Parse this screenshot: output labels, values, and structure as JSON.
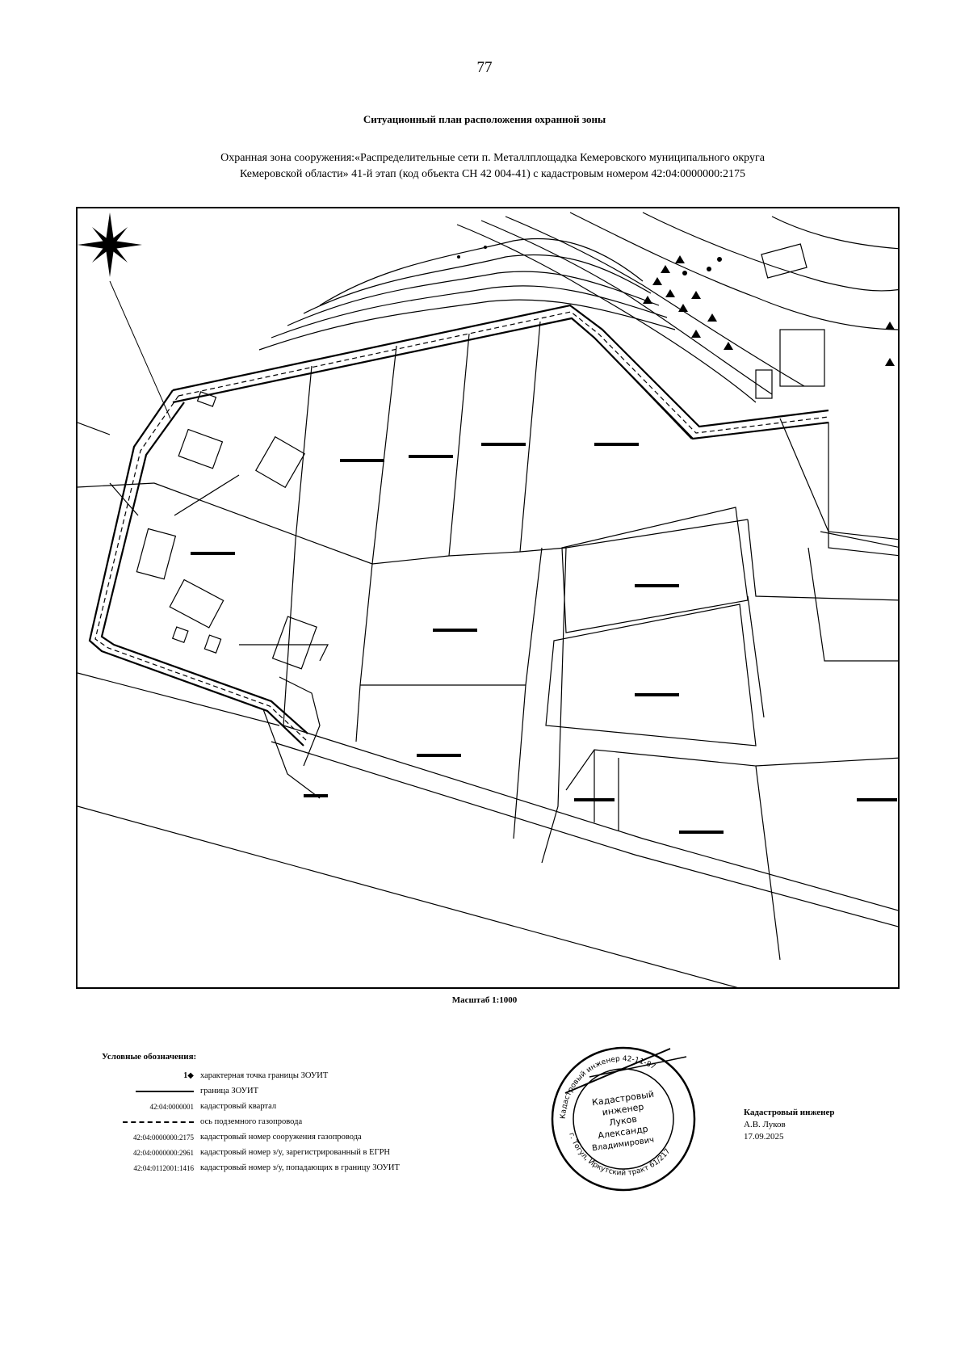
{
  "header": {
    "page_number": "77",
    "title": "Ситуационный план расположения охранной зоны",
    "subtitle_line1": "Охранная зона сооружения:«Распределительные сети п. Металлплощадка Кемеровского муниципального округа",
    "subtitle_line2": "Кемеровской области» 41-й этап (код объекта СН 42 004-41) с кадастровым номером 42:04:0000000:2175"
  },
  "map": {
    "scale_label": "Масштаб 1:1000",
    "north_arrow_icon": "compass-rose-icon",
    "colors": {
      "lines": "#000000",
      "background": "#ffffff"
    }
  },
  "legend": {
    "title": "Условные обозначения:",
    "items": [
      {
        "symbol": "1◆",
        "text": "характерная точка границы ЗОУИТ"
      },
      {
        "symbol": "",
        "text": "граница ЗОУИТ"
      },
      {
        "symbol": "42:04:0000001",
        "text": "кадастровый квартал"
      },
      {
        "symbol": "",
        "text": "ось подземного газопровода"
      },
      {
        "symbol": "42:04:0000000:2175",
        "text": "кадастровый номер сооружения газопровода"
      },
      {
        "symbol": "42:04:0000000:2961",
        "text": "кадастровый номер з/у, зарегистрированный в ЕГРН"
      },
      {
        "symbol": "42:04:0112001:1416",
        "text": "кадастровый номер з/у, попадающих в границу ЗОУИТ"
      }
    ]
  },
  "seal": {
    "outer_text": "Кадастровый инженер 42-11-87",
    "line1": "Кадастровый",
    "line2": "инженер",
    "line3": "Луков",
    "line4": "Александр",
    "line5": "Владимирович",
    "bottom_text": "г. Тогул, Иркутский тракт 61/217"
  },
  "signature": {
    "role": "Кадастровый инженер",
    "name": "А.В. Луков",
    "date": "17.09.2025"
  }
}
